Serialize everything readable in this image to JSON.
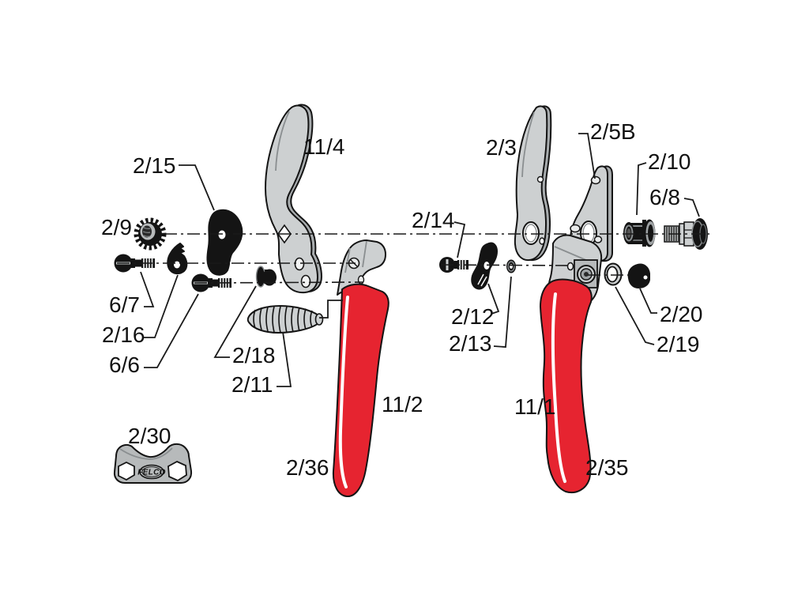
{
  "colors": {
    "brand_red": "#e62430",
    "part_black": "#141414",
    "part_gray": "#cdd0d1",
    "line": "#1a1a1a"
  },
  "brand": {
    "logo_text": "FELCO"
  },
  "labels": {
    "p2_15": "2/15",
    "p2_9": "2/9",
    "p11_4": "11/4",
    "p6_7": "6/7",
    "p2_16": "2/16",
    "p6_6": "6/6",
    "p2_18": "2/18",
    "p2_11": "2/11",
    "p11_2": "11/2",
    "p2_36": "2/36",
    "p2_30": "2/30",
    "p2_14": "2/14",
    "p2_3": "2/3",
    "p2_5B": "2/5B",
    "p2_10": "2/10",
    "p6_8": "6/8",
    "p2_12": "2/12",
    "p2_13": "2/13",
    "p2_20": "2/20",
    "p2_19": "2/19",
    "p11_1": "11/1",
    "p2_35": "2/35"
  }
}
